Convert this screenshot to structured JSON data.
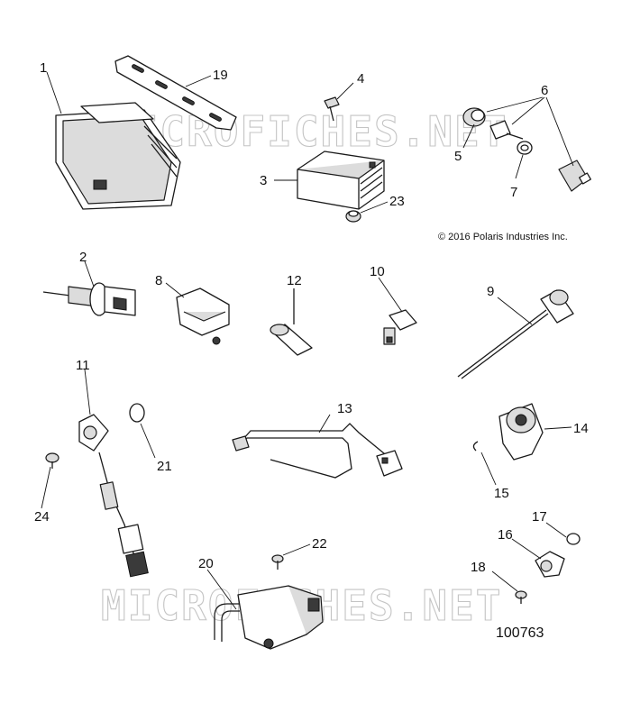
{
  "watermark": "MICROFICHES.NET",
  "copyright": "© 2016 Polaris Industries Inc.",
  "part_number": "100763",
  "callouts": {
    "c1": "1",
    "c2": "2",
    "c3": "3",
    "c4": "4",
    "c5": "5",
    "c6": "6",
    "c7": "7",
    "c8": "8",
    "c9": "9",
    "c10": "10",
    "c11": "11",
    "c12": "12",
    "c13": "13",
    "c14": "14",
    "c15": "15",
    "c16": "16",
    "c17": "17",
    "c18": "18",
    "c19": "19",
    "c20": "20",
    "c21": "21",
    "c22": "22",
    "c23": "23",
    "c24": "24"
  }
}
